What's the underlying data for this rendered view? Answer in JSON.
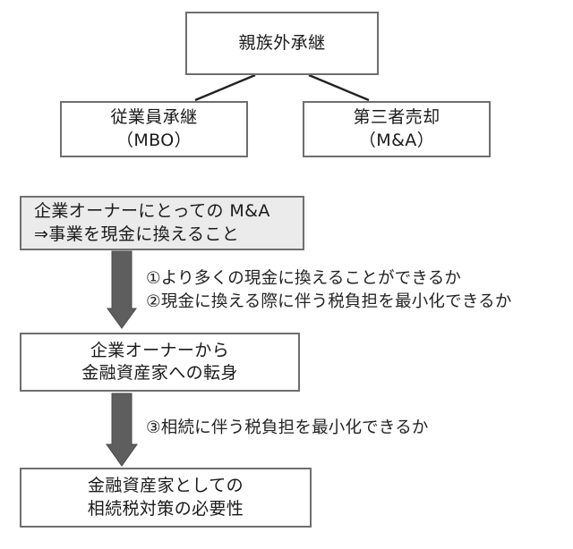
{
  "diagram": {
    "type": "flowchart",
    "language": "ja",
    "title_node": {
      "name": "non-family-succession",
      "lines": [
        "親族外承継"
      ]
    },
    "branch_nodes": [
      {
        "name": "employee-succession",
        "lines": [
          "従業員承継",
          "（MBO）"
        ]
      },
      {
        "name": "third-party-sale",
        "lines": [
          "第三者売却",
          "（M&A）"
        ]
      }
    ],
    "flow_nodes": [
      {
        "name": "ma-for-owner",
        "shaded": true,
        "lines": [
          "企業オーナーにとっての M&A",
          "⇒事業を現金に換えること"
        ]
      },
      {
        "name": "owner-to-financial-assets",
        "shaded": false,
        "lines": [
          "企業オーナーから",
          "金融資産家への転身"
        ]
      },
      {
        "name": "inheritance-tax-necessity",
        "shaded": false,
        "lines": [
          "金融資産家としての",
          "相続税対策の必要性"
        ]
      }
    ],
    "annotations": [
      {
        "name": "conditions-cash-conversion",
        "lines": [
          "①より多くの現金に換えることができるか",
          "②現金に換える際に伴う税負担を最小化できるか"
        ]
      },
      {
        "name": "condition-inheritance-tax",
        "lines": [
          "③相続に伴う税負担を最小化できるか"
        ]
      }
    ],
    "colors": {
      "box_border": "#6e6e6e",
      "box_fill": "#ffffff",
      "shaded_fill": "#ebebeb",
      "arrow_fill": "#5e5e5e",
      "connector_line": "#222222",
      "text": "#1a1a1a",
      "background": "#ffffff"
    }
  }
}
